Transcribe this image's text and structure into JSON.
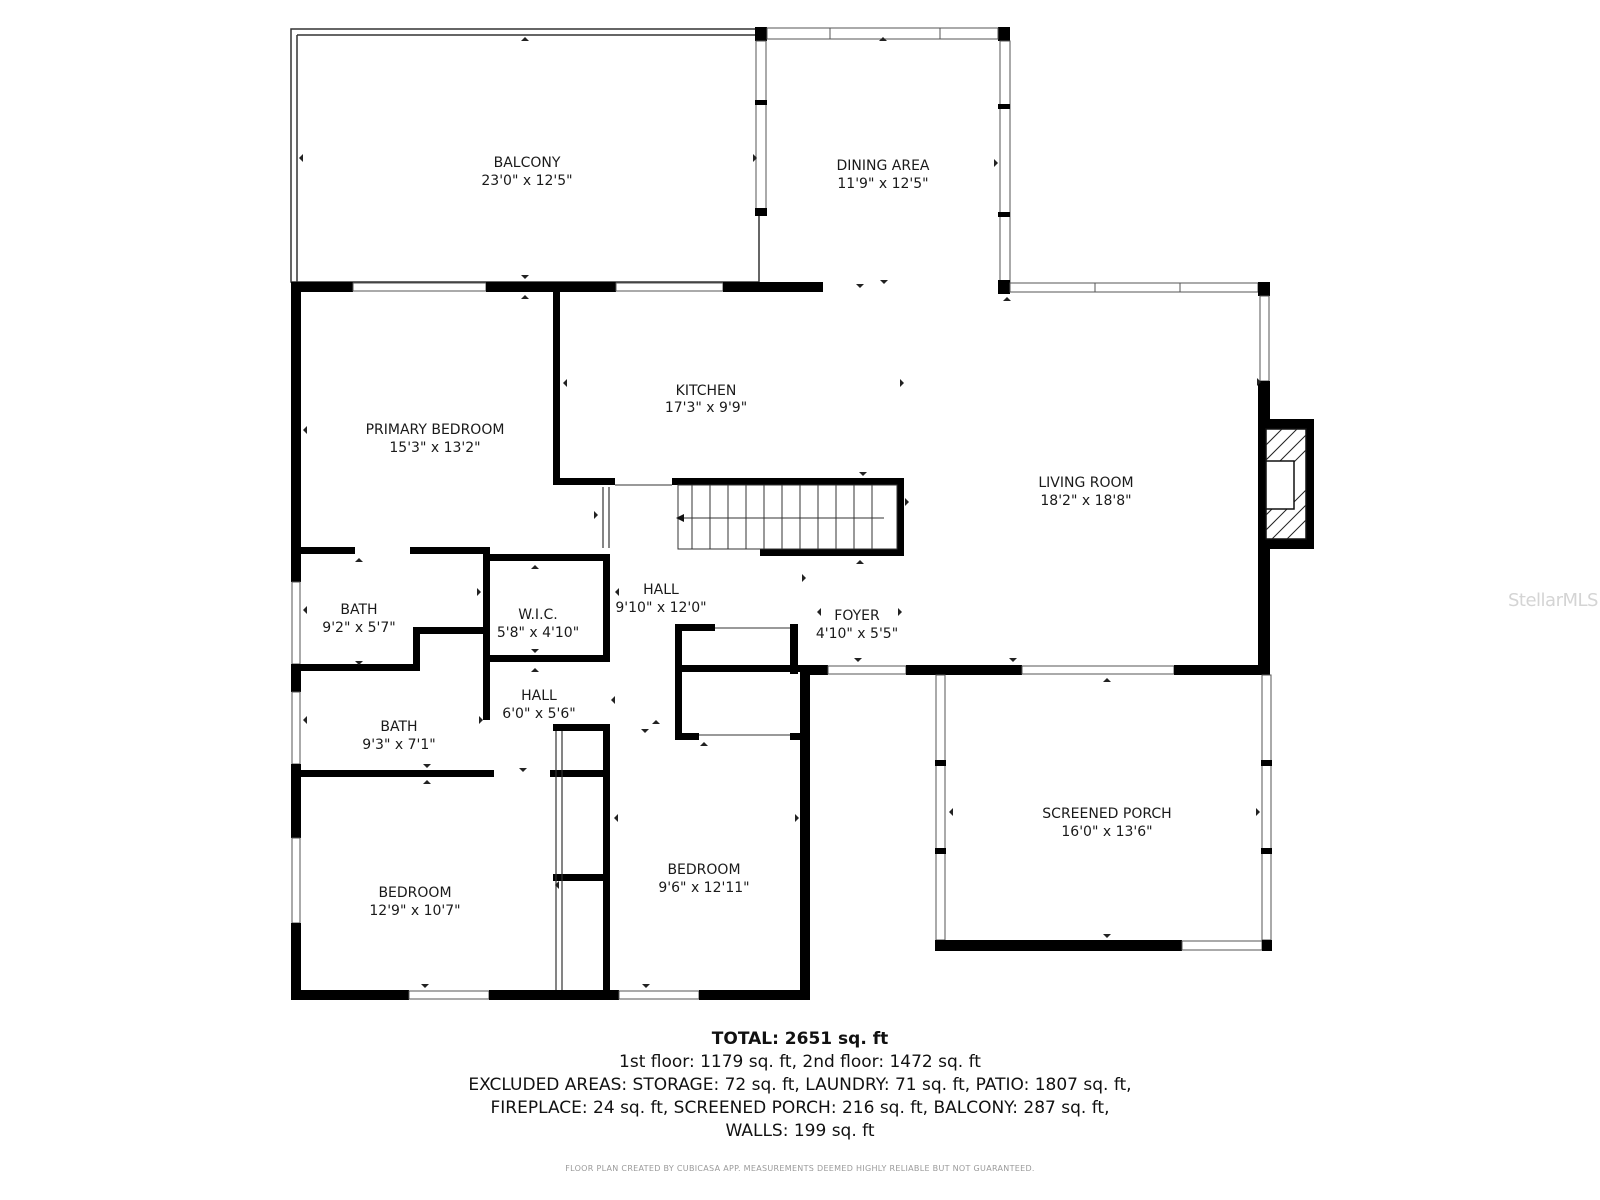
{
  "rooms": {
    "balcony": {
      "name": "BALCONY",
      "dim": "23'0\" x 12'5\""
    },
    "dining": {
      "name": "DINING AREA",
      "dim": "11'9\" x 12'5\""
    },
    "kitchen": {
      "name": "KITCHEN",
      "dim": "17'3\" x 9'9\""
    },
    "primary_bedroom": {
      "name": "PRIMARY BEDROOM",
      "dim": "15'3\" x 13'2\""
    },
    "living_room": {
      "name": "LIVING ROOM",
      "dim": "18'2\" x 18'8\""
    },
    "bath1": {
      "name": "BATH",
      "dim": "9'2\" x 5'7\""
    },
    "wic": {
      "name": "W.I.C.",
      "dim": "5'8\" x 4'10\""
    },
    "hall1": {
      "name": "HALL",
      "dim": "9'10\" x 12'0\""
    },
    "foyer": {
      "name": "FOYER",
      "dim": "4'10\" x 5'5\""
    },
    "bath2": {
      "name": "BATH",
      "dim": "9'3\" x 7'1\""
    },
    "hall2": {
      "name": "HALL",
      "dim": "6'0\" x 5'6\""
    },
    "screened_porch": {
      "name": "SCREENED PORCH",
      "dim": "16'0\" x 13'6\""
    },
    "bedroom2": {
      "name": "BEDROOM",
      "dim": "9'6\" x 12'11\""
    },
    "bedroom1": {
      "name": "BEDROOM",
      "dim": "12'9\" x 10'7\""
    }
  },
  "summary": {
    "total": "TOTAL: 2651 sq. ft",
    "floors": "1st floor: 1179 sq. ft, 2nd floor: 1472 sq. ft",
    "excluded_1": "EXCLUDED AREAS: STORAGE: 72 sq. ft, LAUNDRY: 71 sq. ft, PATIO: 1807 sq. ft,",
    "excluded_2": "FIREPLACE: 24 sq. ft, SCREENED PORCH: 216 sq. ft, BALCONY: 287 sq. ft,",
    "walls": "WALLS: 199 sq. ft"
  },
  "disclaimer": "FLOOR PLAN CREATED BY CUBICASA APP. MEASUREMENTS DEEMED HIGHLY RELIABLE BUT NOT GUARANTEED.",
  "watermark": "StellarMLS"
}
